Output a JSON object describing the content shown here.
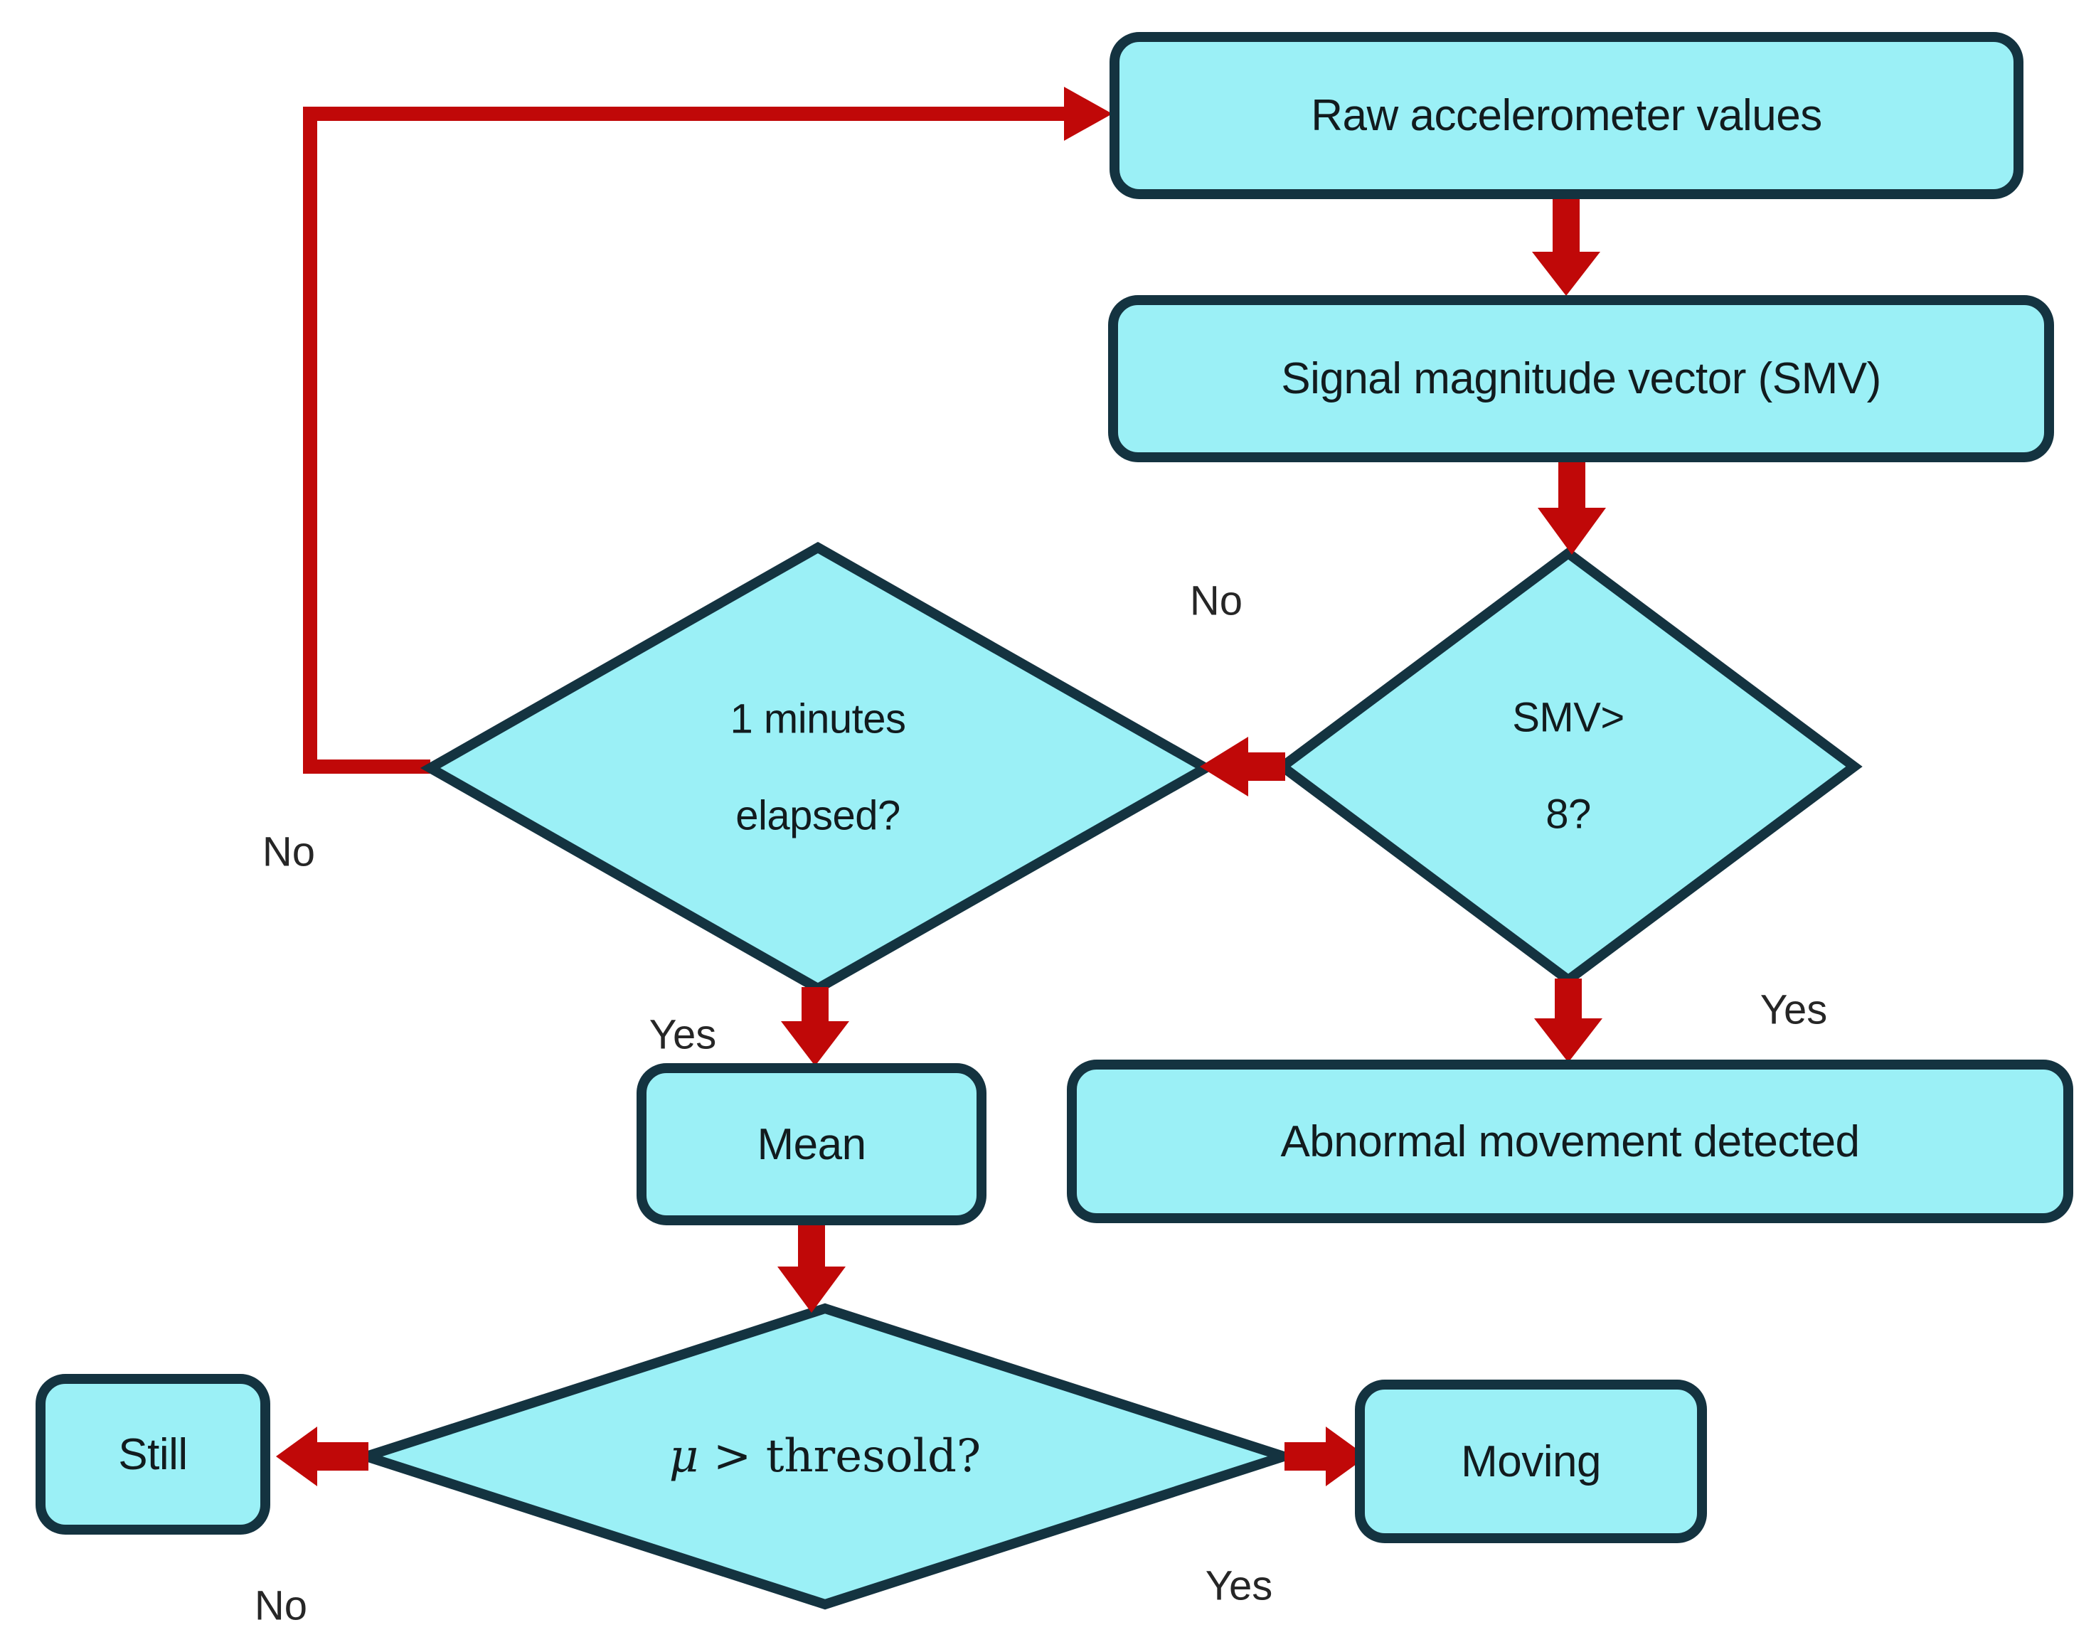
{
  "colors": {
    "node_fill": "#9BF0F6",
    "node_border": "#143340",
    "arrow_red": "#C00808",
    "text": "#121B1E"
  },
  "nodes": {
    "raw": {
      "label": "Raw accelerometer values"
    },
    "smv": {
      "label": "Signal magnitude vector (SMV)"
    },
    "smv_check": {
      "line1": "SMV>",
      "line2": "8?"
    },
    "minute_check": {
      "line1": "1 minutes",
      "line2": "elapsed?"
    },
    "mean": {
      "label": "Mean"
    },
    "abnormal": {
      "label": "Abnormal movement detected"
    },
    "mu_check": {
      "mu": "μ",
      "rest": " > thresold?"
    },
    "still": {
      "label": "Still"
    },
    "moving": {
      "label": "Moving"
    }
  },
  "edge_labels": {
    "smv_no": "No",
    "smv_yes": "Yes",
    "minute_yes": "Yes",
    "loop_no": "No",
    "mu_no": "No",
    "mu_yes": "Yes"
  }
}
